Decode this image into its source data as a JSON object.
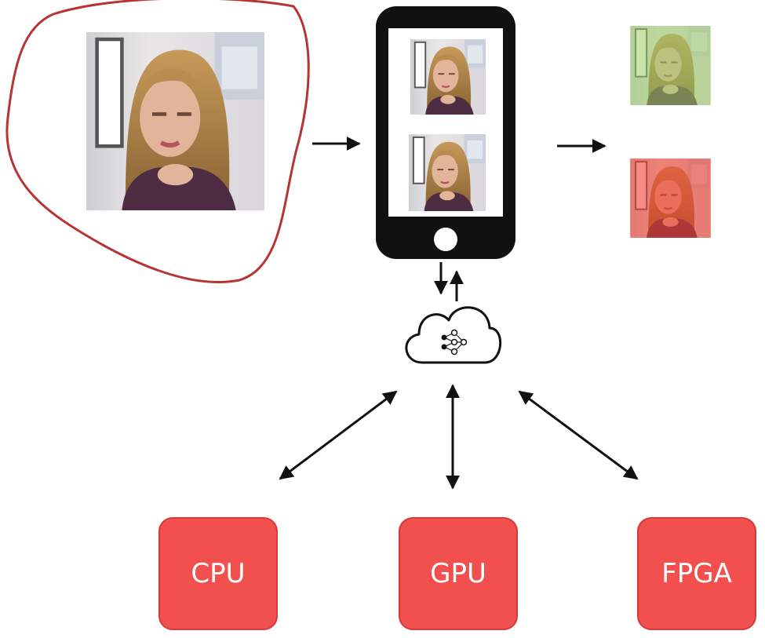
{
  "colors": {
    "accent_red": "#f24f4f",
    "outline_red": "#b73434",
    "phone_black": "#111111",
    "real_overlay": "#9ccc66",
    "fake_overlay": "#f04030"
  },
  "icons": {
    "blob": "blob-outline",
    "phone": "smartphone-icon",
    "cloud": "cloud-neural-network-icon",
    "arrows": "arrow-icon"
  },
  "hardware": {
    "cpu": "CPU",
    "gpu": "GPU",
    "fpga": "FPGA"
  }
}
